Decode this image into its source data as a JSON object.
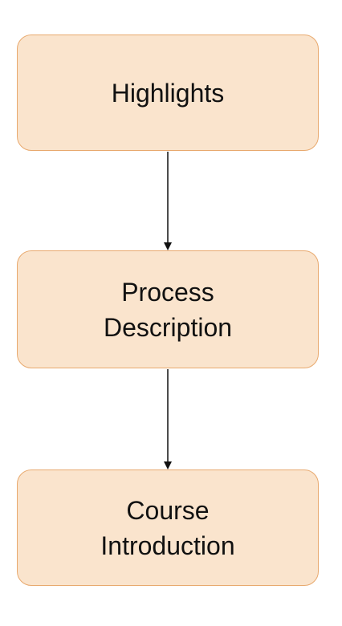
{
  "nodes": [
    {
      "label": "Highlights"
    },
    {
      "label": "Process\nDescription"
    },
    {
      "label": "Course\nIntroduction"
    }
  ],
  "colors": {
    "node_fill": "#fae4cd",
    "node_border": "#e8a96e",
    "edge": "#111111"
  }
}
